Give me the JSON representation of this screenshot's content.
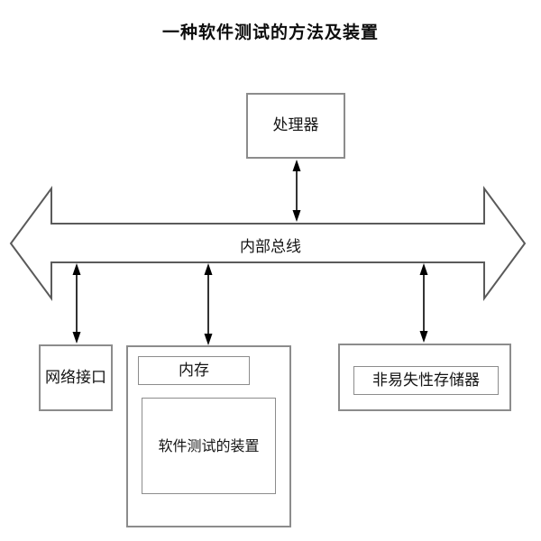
{
  "title": "一种软件测试的方法及装置",
  "colors": {
    "background": "#ffffff",
    "box_border": "#8c8c8c",
    "bus_outline": "#5a5a5a",
    "connector": "#000000",
    "text": "#141414"
  },
  "nodes": {
    "processor": {
      "label": "处理器"
    },
    "bus": {
      "label": "内部总线"
    },
    "network_interface": {
      "label": "网络接口"
    },
    "memory": {
      "label": "内存"
    },
    "testing_device": {
      "label": "软件测试的装置"
    },
    "nonvolatile_memory": {
      "label": "非易失性存储器"
    }
  },
  "connections": [
    "processor <-> bus",
    "bus <-> network_interface",
    "bus <-> memory",
    "bus <-> nonvolatile_memory"
  ]
}
